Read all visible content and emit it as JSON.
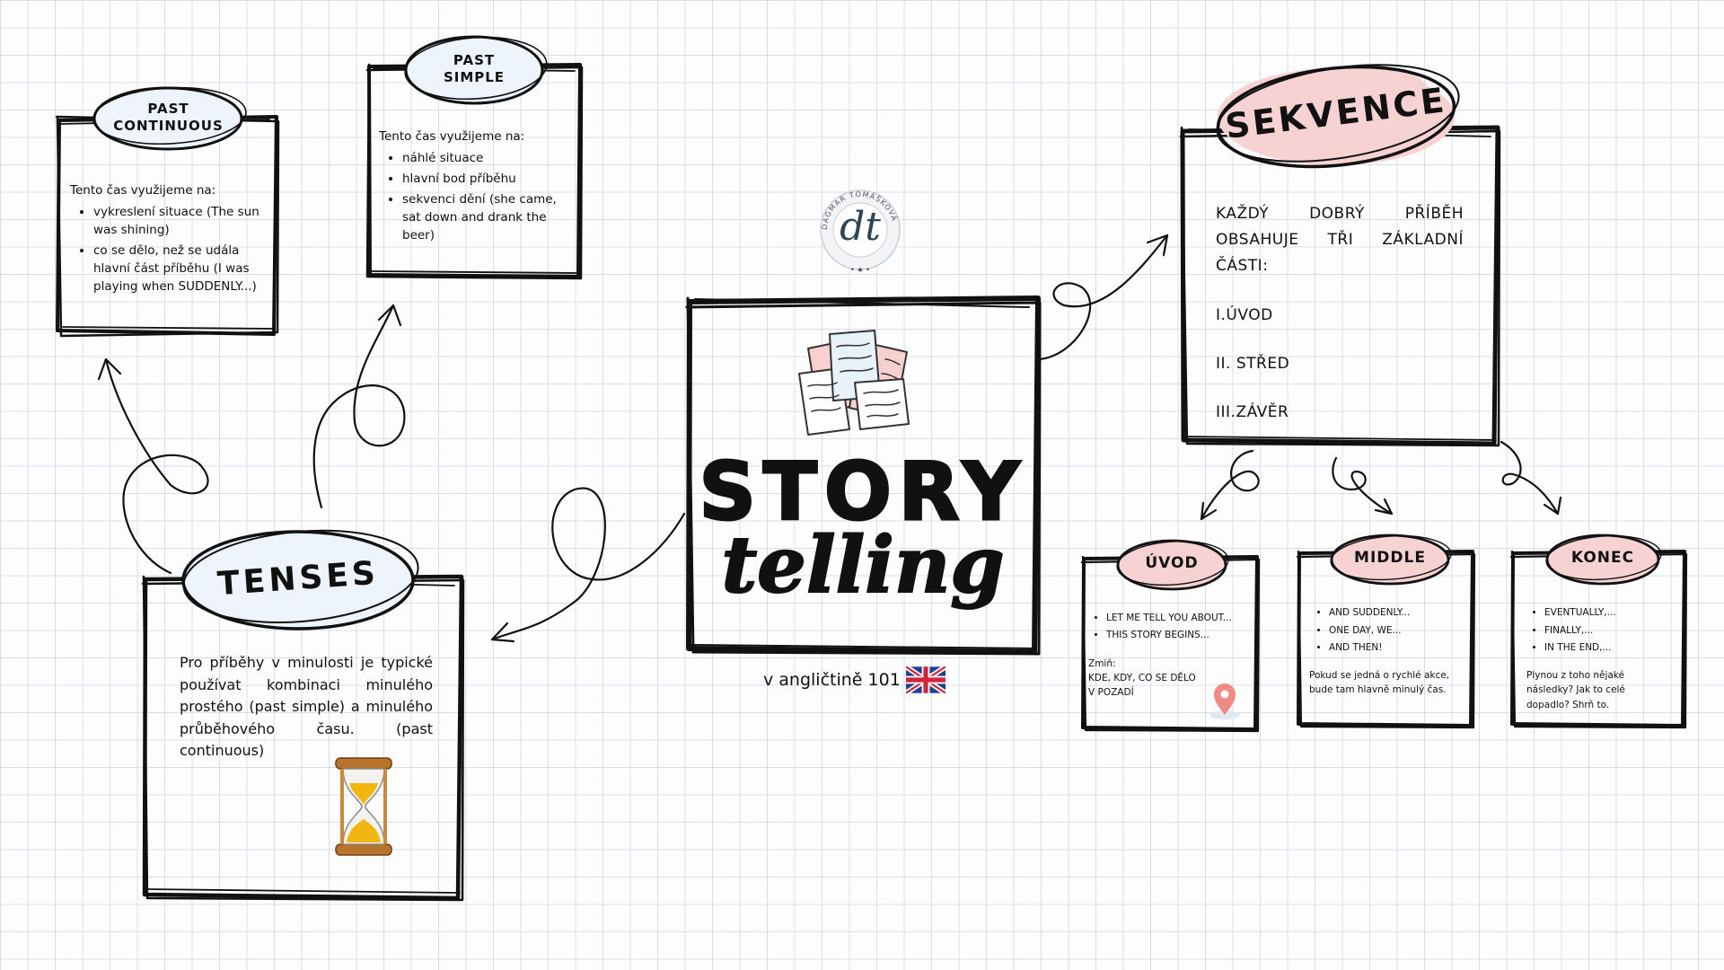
{
  "colors": {
    "blue_badge": "#edf4fb",
    "pink_badge": "#f6d2d2",
    "grid": "#d9dee6",
    "ink": "#111111"
  },
  "center": {
    "title_top": "STORY",
    "title_bottom": "telling",
    "subtitle": "v angličtině 101",
    "papers_icon": "papers-icon",
    "flag_icon": "uk-flag-icon"
  },
  "logo": {
    "initials": "dt",
    "ring_text": "DAGMAR TOMÁŠKOVÁ",
    "stars": "• ★ •"
  },
  "past_continuous": {
    "badge": [
      "PAST",
      "CONTINUOUS"
    ],
    "intro": "Tento čas využijeme na:",
    "items": [
      "vykreslení situace (The sun was shining)",
      "co se dělo, než se udála hlavní část příběhu (I was playing when SUDDENLY...)"
    ]
  },
  "past_simple": {
    "badge": [
      "PAST",
      "SIMPLE"
    ],
    "intro": "Tento čas využijeme na:",
    "items": [
      "náhlé situace",
      "hlavní bod příběhu",
      "sekvenci dění (she came, sat down and drank the beer)"
    ]
  },
  "tenses": {
    "badge": "TENSES",
    "text": "Pro příběhy v minulosti je typické používat kombinaci minulého prostého (past simple) a minulého průběhového času. (past continuous)",
    "icon": "hourglass-icon"
  },
  "sekvence": {
    "badge": "SEKVENCE",
    "intro": "KAŽDÝ DOBRÝ PŘÍBĚH OBSAHUJE TŘI ZÁKLADNÍ ČÁSTI:",
    "parts": [
      "I.ÚVOD",
      "II. STŘED",
      "III.ZÁVĚR"
    ]
  },
  "uvod": {
    "badge": "ÚVOD",
    "items": [
      "LET ME TELL YOU ABOUT...",
      "THIS STORY BEGINS..."
    ],
    "note_label": "Zmiň:",
    "note": "KDE, KDY, CO SE DĚLO V POZADÍ",
    "icon": "location-pin-icon"
  },
  "middle": {
    "badge": "MIDDLE",
    "items": [
      "AND SUDDENLY...",
      "ONE DAY, WE...",
      "AND THEN!"
    ],
    "note": "Pokud se jedná o rychlé akce, bude tam hlavně minulý čas."
  },
  "konec": {
    "badge": "KONEC",
    "items": [
      "EVENTUALLY,...",
      "FINALLY,...",
      "IN THE END,..."
    ],
    "note": "Plynou z toho nějaké následky? Jak to celé dopadlo? Shrň to."
  }
}
